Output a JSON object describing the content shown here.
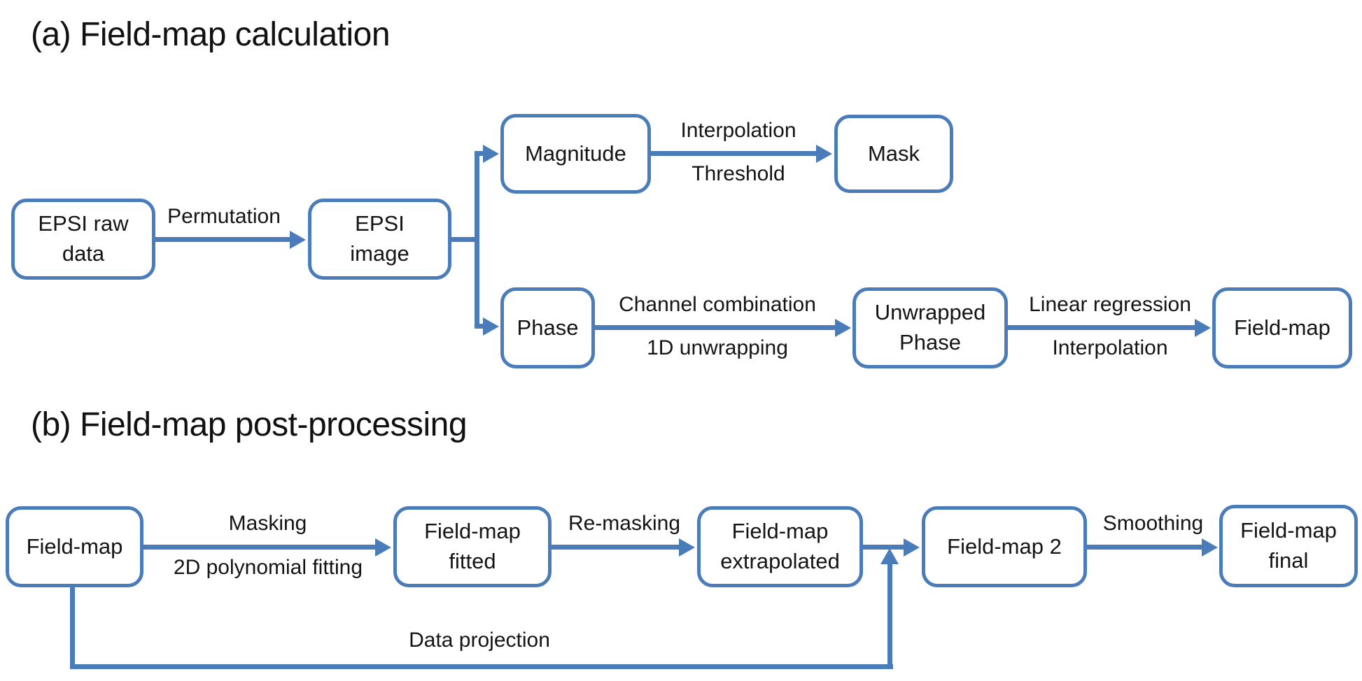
{
  "colors": {
    "accent": "#4b7cba",
    "text": "#141414"
  },
  "section_a": {
    "title": "(a) Field-map calculation",
    "nodes": {
      "epsi_raw": "EPSI raw\ndata",
      "epsi_image": "EPSI\nimage",
      "magnitude": "Magnitude",
      "mask": "Mask",
      "phase": "Phase",
      "unwrapped_phase": "Unwrapped\nPhase",
      "field_map": "Field-map"
    },
    "edge_labels": {
      "permutation": "Permutation",
      "interpolation_top": "Interpolation",
      "threshold": "Threshold",
      "channel_combination": "Channel combination",
      "unwrapping_1d": "1D unwrapping",
      "linear_regression": "Linear regression",
      "interpolation_bottom": "Interpolation"
    }
  },
  "section_b": {
    "title": "(b) Field-map post-processing",
    "nodes": {
      "field_map": "Field-map",
      "field_map_fitted": "Field-map\nfitted",
      "field_map_extrapolated": "Field-map\nextrapolated",
      "field_map_2": "Field-map 2",
      "field_map_final": "Field-map\nfinal"
    },
    "edge_labels": {
      "masking": "Masking",
      "poly_fitting": "2D polynomial fitting",
      "remasking": "Re-masking",
      "smoothing": "Smoothing",
      "data_projection": "Data projection"
    }
  }
}
